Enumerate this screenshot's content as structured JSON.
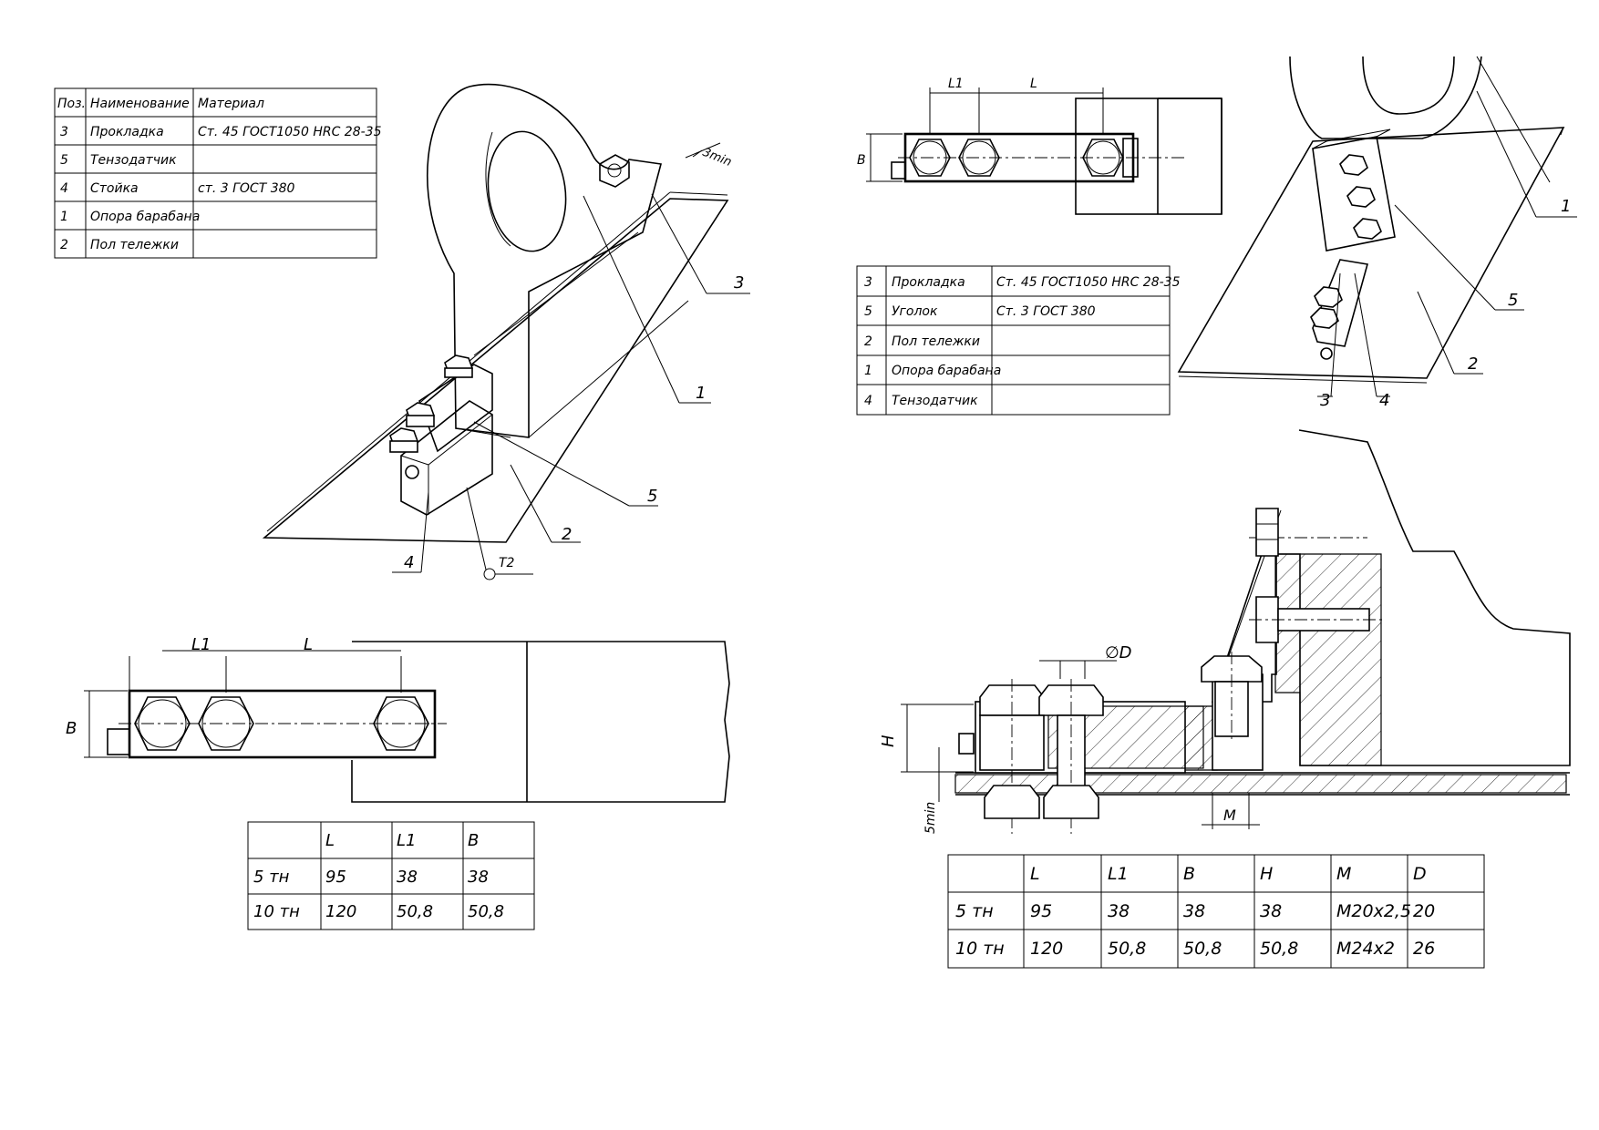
{
  "spec_table_1": {
    "header": [
      "Поз.",
      "Наименование",
      "Материал"
    ],
    "rows": [
      [
        "3",
        "Прокладка",
        "Ст. 45 ГОСТ1050 HRC 28-35"
      ],
      [
        "5",
        "Тензодатчик",
        ""
      ],
      [
        "4",
        "Стойка",
        "ст. 3 ГОСТ 380"
      ],
      [
        "1",
        "Опора барабана",
        ""
      ],
      [
        "2",
        "Пол тележки",
        ""
      ]
    ]
  },
  "spec_table_2": {
    "rows": [
      [
        "3",
        "Прокладка",
        "Ст. 45 ГОСТ1050 HRC 28-35"
      ],
      [
        "5",
        "Уголок",
        "Ст. 3 ГОСТ 380"
      ],
      [
        "2",
        "Пол тележки",
        ""
      ],
      [
        "1",
        "Опора барабана",
        ""
      ],
      [
        "4",
        "Тензодатчик",
        ""
      ]
    ]
  },
  "dim_table_1": {
    "header": [
      "",
      "L",
      "L1",
      "B"
    ],
    "rows": [
      [
        "5 тн",
        "95",
        "38",
        "38"
      ],
      [
        "10 тн",
        "120",
        "50,8",
        "50,8"
      ]
    ]
  },
  "dim_table_2": {
    "header": [
      "",
      "L",
      "L1",
      "B",
      "H",
      "M",
      "D"
    ],
    "rows": [
      [
        "5 тн",
        "95",
        "38",
        "38",
        "38",
        "M20x2,5",
        "20"
      ],
      [
        "10 тн",
        "120",
        "50,8",
        "50,8",
        "50,8",
        "M24x2",
        "26"
      ]
    ]
  },
  "iso_view_1": {
    "callouts": [
      "1",
      "2",
      "3",
      "4",
      "5"
    ],
    "note_gap": "3min",
    "weld_mark": "T2"
  },
  "iso_view_2": {
    "callouts": [
      "1",
      "2",
      "3",
      "4",
      "5"
    ]
  },
  "plan_view_1": {
    "dims": {
      "L1": "L1",
      "L": "L",
      "B": "B"
    }
  },
  "plan_view_2": {
    "dims": {
      "L1": "L1",
      "L": "L",
      "B": "B"
    }
  },
  "section_view": {
    "dims": {
      "D": "∅D",
      "H": "H",
      "M": "M",
      "gap": "5min"
    }
  },
  "colors": {
    "line": "#000000",
    "paper": "#ffffff"
  }
}
